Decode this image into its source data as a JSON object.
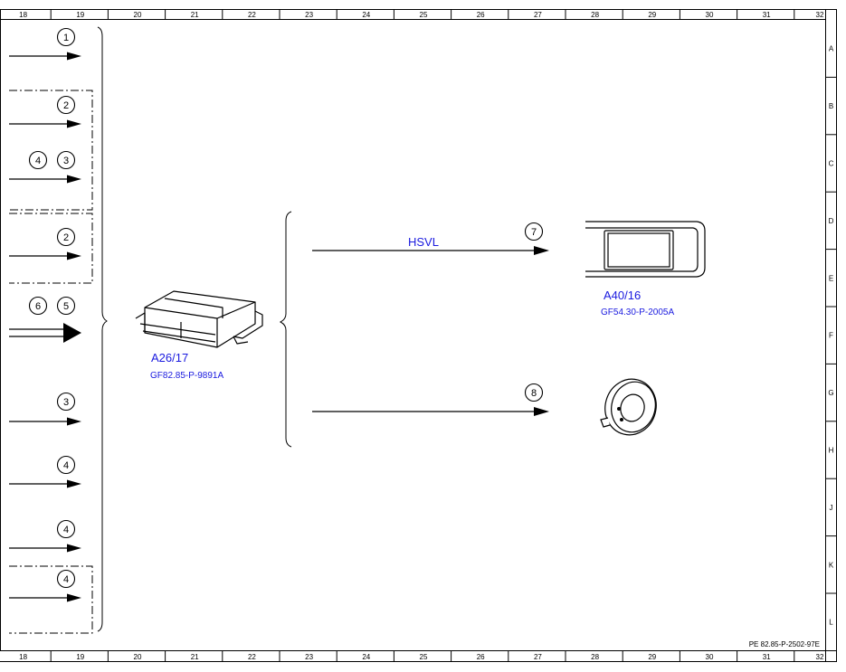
{
  "frame": {
    "columns": [
      "18",
      "19",
      "20",
      "21",
      "22",
      "23",
      "24",
      "25",
      "26",
      "27",
      "28",
      "29",
      "30",
      "31",
      "32"
    ],
    "rows": [
      "A",
      "B",
      "C",
      "D",
      "E",
      "F",
      "G",
      "H",
      "J",
      "K",
      "L"
    ]
  },
  "inputs": [
    {
      "callouts": [
        "1"
      ],
      "dashed_box": false,
      "double": false
    },
    {
      "callouts": [
        "2"
      ],
      "dashed_box": true,
      "double": false
    },
    {
      "callouts": [
        "4",
        "3"
      ],
      "dashed_box": true,
      "double": false
    },
    {
      "callouts": [
        "2"
      ],
      "dashed_box": true,
      "double": false
    },
    {
      "callouts": [
        "6",
        "5"
      ],
      "dashed_box": false,
      "double": true
    },
    {
      "callouts": [
        "3"
      ],
      "dashed_box": false,
      "double": false
    },
    {
      "callouts": [
        "4"
      ],
      "dashed_box": false,
      "double": false
    },
    {
      "callouts": [
        "4"
      ],
      "dashed_box": false,
      "double": false
    },
    {
      "callouts": [
        "4"
      ],
      "dashed_box": true,
      "double": false
    }
  ],
  "control_unit": {
    "label": "A26/17",
    "ref": "GF82.85-P-9891A",
    "icon": "control-module-icon"
  },
  "outputs": [
    {
      "callout": "7",
      "line_label": "HSVL",
      "target_label": "A40/16",
      "target_ref": "GF54.30-P-2005A",
      "target_icon": "display-unit-icon"
    },
    {
      "callout": "8",
      "line_label": "",
      "target_label": "",
      "target_ref": "",
      "target_icon": "speaker-icon"
    }
  ],
  "document_id": "PE 82.85-P-2502-97E",
  "colors": {
    "line": "#000000",
    "reference_text": "#1a1adf",
    "background": "#ffffff"
  }
}
